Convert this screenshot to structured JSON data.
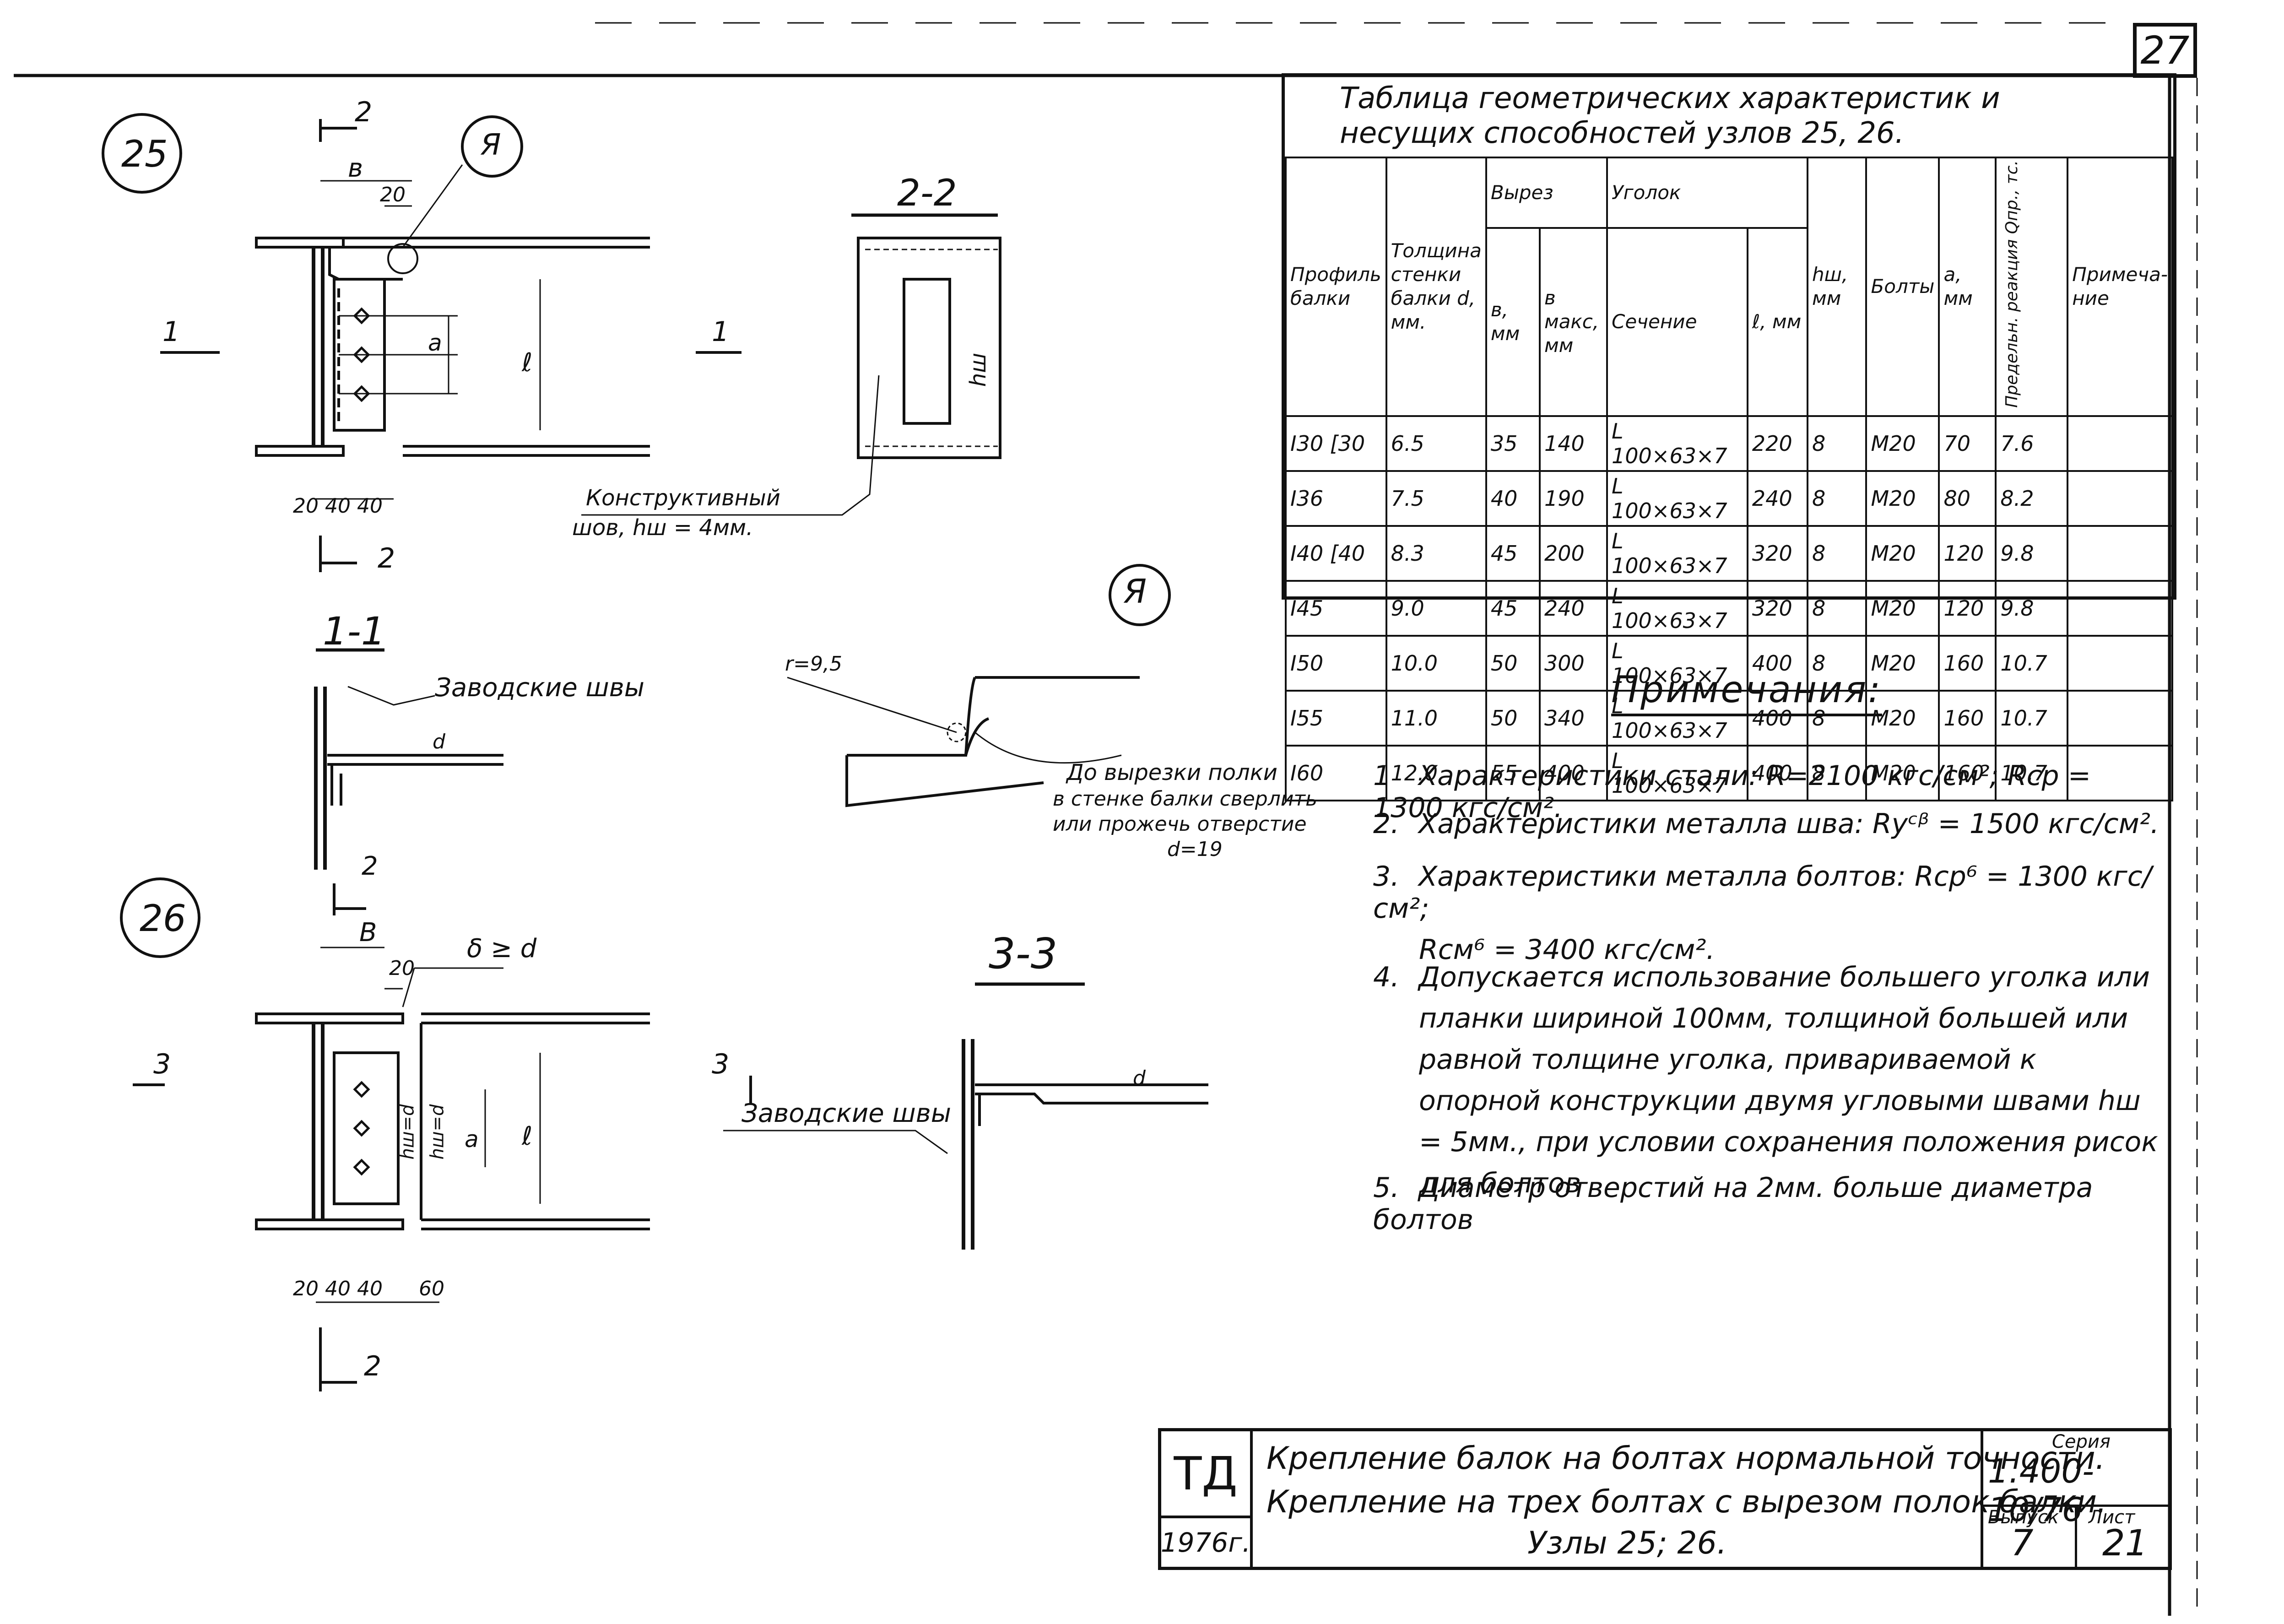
{
  "sheet": {
    "number": "27"
  },
  "drawing": {
    "nodes": {
      "node25": "25",
      "node26": "26",
      "detailA_marker": "Я",
      "detailA_circle": "Я"
    },
    "sections": {
      "s22": "2-2",
      "s11": "1-1",
      "s33": "3-3"
    },
    "markers": {
      "two": "2",
      "one": "1",
      "three": "3"
    },
    "labels": {
      "dim_b": "в",
      "dim_B": "В",
      "dim_20": "20",
      "dim_a": "а",
      "dim_l": "ℓ",
      "dim_bottom": "20   40 40",
      "dim_60": "60",
      "hw": "hш",
      "hw_d": "hш=d",
      "delta_ge_d": "δ ≥ d",
      "d": "d",
      "r95": "r=9,5",
      "construct_weld_line1": "Конструктивный",
      "construct_weld_line2": "шов, hш = 4мм.",
      "factory_welds": "Заводские швы",
      "before_cut_line1": "До вырезки полки",
      "before_cut_line2": "в стенке балки сверлить",
      "before_cut_line3": "или прожечь отверстие",
      "before_cut_line4": "d=19"
    }
  },
  "table": {
    "title_line1": "Таблица        геометрических характеристик и",
    "title_line2": "несущих         способностей       узлов   25, 26.",
    "headers": {
      "profile": "Профиль балки",
      "thickness": "Толщина стенки балки d, мм.",
      "cut": "Вырез",
      "cut_b": "в, мм",
      "cut_bmax": "в макс, мм",
      "angle": "Уголок",
      "angle_section": "Сечение",
      "angle_l": "ℓ, мм",
      "hw": "hш, мм",
      "bolts": "Болты",
      "a": "а, мм",
      "limit": "Предельн. реакция Qпр., тс.",
      "note": "Примеча- ние"
    },
    "rows": [
      {
        "profile": "I30  [30",
        "d": "6.5",
        "b": "35",
        "bmax": "140",
        "section": "L 100×63×7",
        "l": "220",
        "hw": "8",
        "bolt": "M20",
        "a": "70",
        "q": "7.6"
      },
      {
        "profile": "I36",
        "d": "7.5",
        "b": "40",
        "bmax": "190",
        "section": "L 100×63×7",
        "l": "240",
        "hw": "8",
        "bolt": "M20",
        "a": "80",
        "q": "8.2"
      },
      {
        "profile": "I40  [40",
        "d": "8.3",
        "b": "45",
        "bmax": "200",
        "section": "L 100×63×7",
        "l": "320",
        "hw": "8",
        "bolt": "M20",
        "a": "120",
        "q": "9.8"
      },
      {
        "profile": "I45",
        "d": "9.0",
        "b": "45",
        "bmax": "240",
        "section": "L 100×63×7",
        "l": "320",
        "hw": "8",
        "bolt": "M20",
        "a": "120",
        "q": "9.8"
      },
      {
        "profile": "I50",
        "d": "10.0",
        "b": "50",
        "bmax": "300",
        "section": "L 100×63×7",
        "l": "400",
        "hw": "8",
        "bolt": "M20",
        "a": "160",
        "q": "10.7"
      },
      {
        "profile": "I55",
        "d": "11.0",
        "b": "50",
        "bmax": "340",
        "section": "L 100×63×7",
        "l": "400",
        "hw": "8",
        "bolt": "M20",
        "a": "160",
        "q": "10.7"
      },
      {
        "profile": "I60",
        "d": "12.0",
        "b": "55",
        "bmax": "400",
        "section": "L 100×63×7",
        "l": "400",
        "hw": "8",
        "bolt": "M20",
        "a": "160",
        "q": "10.7"
      }
    ]
  },
  "notes": {
    "title": "Примечания:",
    "items": [
      {
        "num": "1",
        "text": "Характеристики стали: R=2100 кгс/см²; Rср = 1300 кгс/см²."
      },
      {
        "num": "2.",
        "text": "Характеристики металла шва: Rуᶜᵝ = 1500 кгс/см²."
      },
      {
        "num": "3.",
        "text": "Характеристики металла болтов: Rср⁶ = 1300 кгс/см²;",
        "cont": "Rсм⁶ = 3400 кгс/см²."
      },
      {
        "num": "4.",
        "text": "Допускается   использование большего уголка или",
        "cont": "планки шириной 100мм, толщиной большей или равной толщине уголка, привариваемой к опорной конструкции двумя угловыми швами hш = 5мм., при условии сохранения положения рисок для болтов"
      },
      {
        "num": "5.",
        "text": "Диаметр   отверстий   на 2мм. больше диаметра болтов"
      }
    ]
  },
  "title_block": {
    "code": "ТД",
    "year": "1976г.",
    "line1": "Крепление балок на болтах нормальной точности.",
    "line2": "Крепление на трех болтах с вырезом полок балки.",
    "line3": "Узлы  25; 26.",
    "series_label": "Серия",
    "series": "1.400-10/76",
    "issue_label": "Выпуск",
    "issue": "7",
    "sheet_label": "Лист",
    "sheet": "21"
  }
}
